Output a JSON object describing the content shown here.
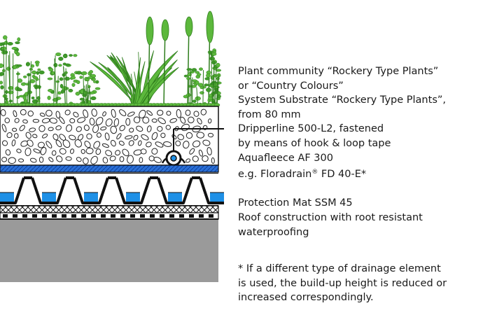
{
  "labels": {
    "plant_line1": "Plant community “Rockery Type Plants”",
    "plant_line2": "or “Country Colours”",
    "substrate_line1": "System Substrate “Rockery Type Plants”,",
    "substrate_line2": "from 80 mm",
    "drip_line1": "Dripperline 500-L2, fastened",
    "drip_line2": "by means of hook & loop tape",
    "fleece": "Aquafleece AF 300",
    "drain_prefix": "e.g. Floradrain",
    "drain_reg": "®",
    "drain_suffix": " FD 40-E*",
    "mat": "Protection Mat SSM 45",
    "roof_line1": "Roof construction with root resistant",
    "roof_line2": "waterproofing"
  },
  "footnote": {
    "line1": "* If a different type of drainage element",
    "line2": "is used, the build-up height is reduced or",
    "line3": "increased correspondingly."
  },
  "colors": {
    "plant_green": "#5cb83c",
    "fleece_blue": "#2a6fd6",
    "water_blue": "#1e90e6",
    "roof_gray": "#9a9a9a",
    "substrate_bg": "#ffffff",
    "outline": "#111111"
  }
}
